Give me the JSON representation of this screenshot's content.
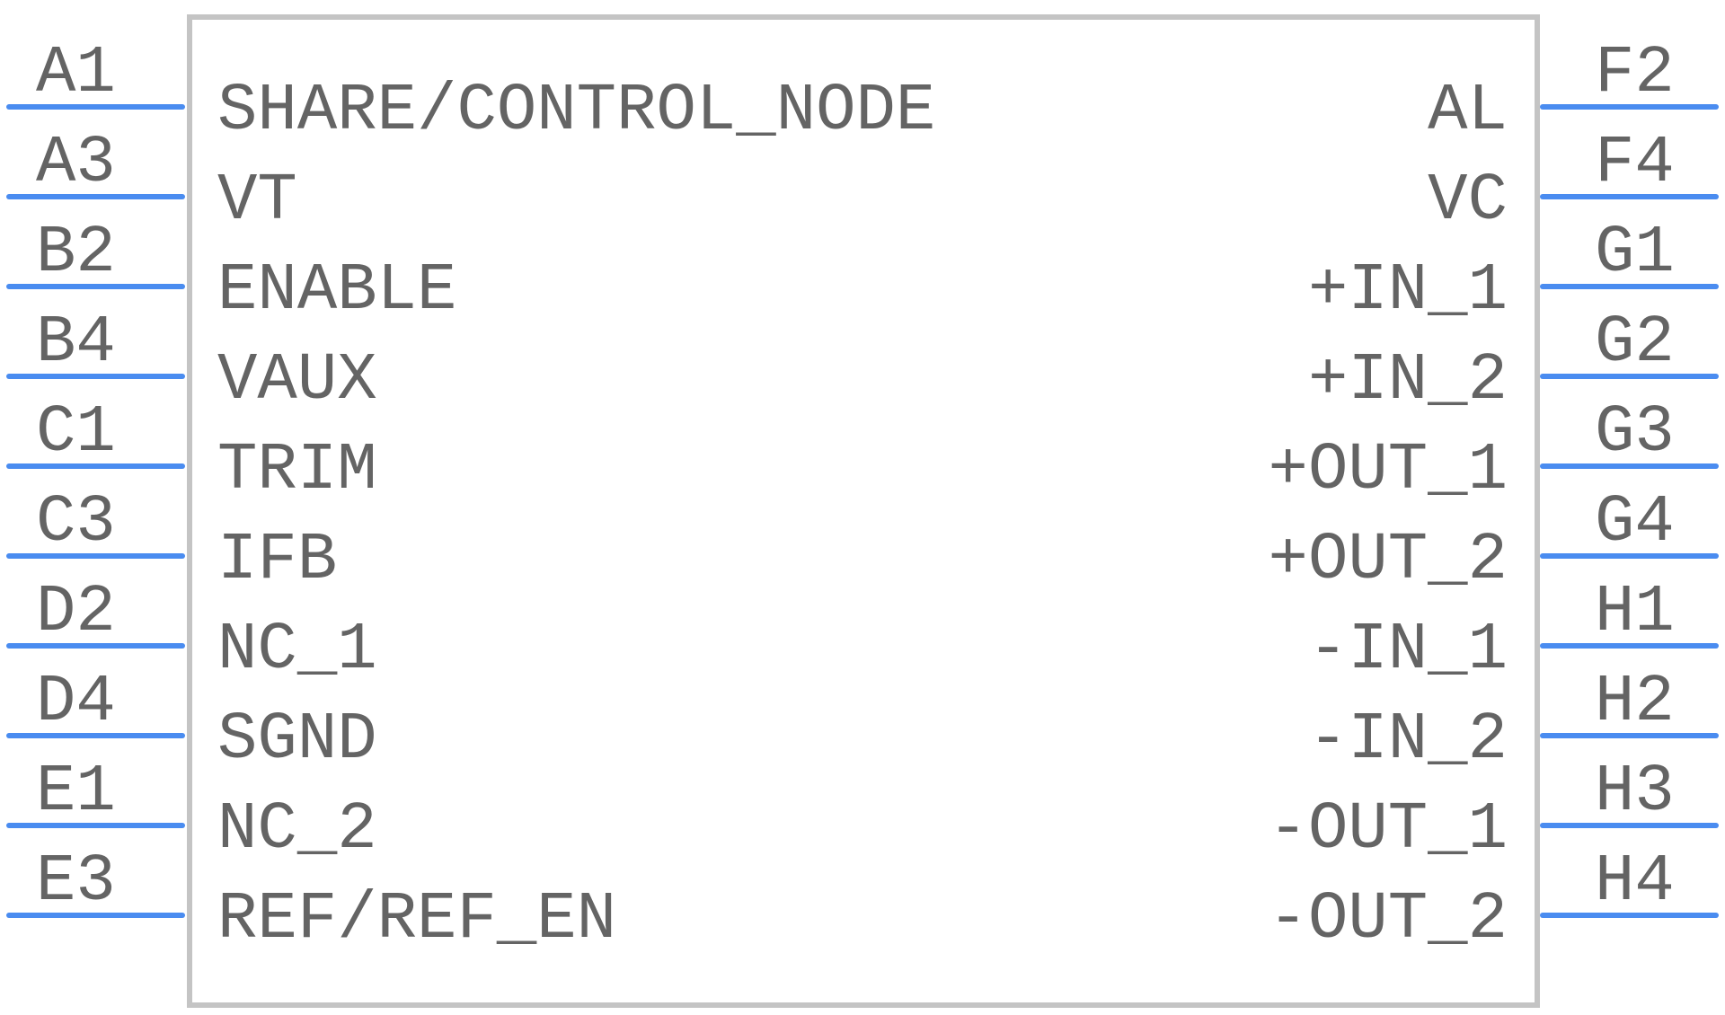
{
  "component": {
    "colors": {
      "pin_line": "#4a8cf0",
      "body_outline": "#c4c4c4",
      "text": "#646464",
      "background": "#ffffff"
    },
    "left_pins": [
      {
        "number": "A1",
        "label": "SHARE/CONTROL_NODE"
      },
      {
        "number": "A3",
        "label": "VT"
      },
      {
        "number": "B2",
        "label": "ENABLE"
      },
      {
        "number": "B4",
        "label": "VAUX"
      },
      {
        "number": "C1",
        "label": "TRIM"
      },
      {
        "number": "C3",
        "label": "IFB"
      },
      {
        "number": "D2",
        "label": "NC_1"
      },
      {
        "number": "D4",
        "label": "SGND"
      },
      {
        "number": "E1",
        "label": "NC_2"
      },
      {
        "number": "E3",
        "label": "REF/REF_EN"
      }
    ],
    "right_pins": [
      {
        "number": "F2",
        "label": "AL"
      },
      {
        "number": "F4",
        "label": "VC"
      },
      {
        "number": "G1",
        "label": "+IN_1"
      },
      {
        "number": "G2",
        "label": "+IN_2"
      },
      {
        "number": "G3",
        "label": "+OUT_1"
      },
      {
        "number": "G4",
        "label": "+OUT_2"
      },
      {
        "number": "H1",
        "label": "-IN_1"
      },
      {
        "number": "H2",
        "label": "-IN_2"
      },
      {
        "number": "H3",
        "label": "-OUT_1"
      },
      {
        "number": "H4",
        "label": "-OUT_2"
      }
    ]
  }
}
